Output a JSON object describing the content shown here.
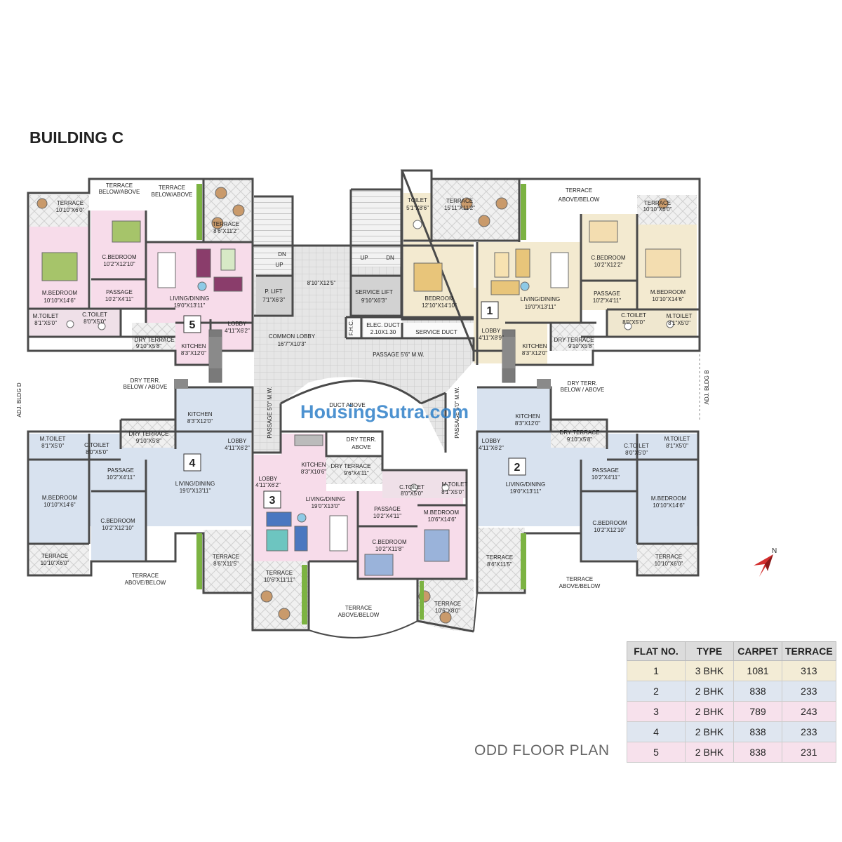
{
  "title": "BUILDING C",
  "floor_label": "ODD FLOOR PLAN",
  "watermark": "HousingSutra.com",
  "compass": "N",
  "adjacent": {
    "left": "ADJ. BLDG D",
    "right": "ADJ. BLDG B"
  },
  "flat_numbers": [
    "1",
    "2",
    "3",
    "4",
    "5"
  ],
  "colors": {
    "flat1": "#f3ead0",
    "flat2": "#d8e2ef",
    "flat3": "#f7dcea",
    "flat4": "#d8e2ef",
    "flat5": "#f7dcea",
    "core": "#dedede",
    "terrace": "#ececec",
    "wall": "#4a4a4a",
    "pillar": "#8a8a8a"
  },
  "rooms": {
    "f5_terrace_a": "TERRACE",
    "f5_terrace_a_dim": "10'10\"X6'0\"",
    "f5_terrace_below": "TERRACE",
    "f5_terrace_below2": "BELOW/ABOVE",
    "f5_terrace_below_b": "TERRACE",
    "f5_terrace_below_b2": "BELOW/ABOVE",
    "f5_terrace_b": "TERRACE",
    "f5_terrace_b_dim": "8'6\"X11'2\"",
    "f5_cbed": "C.BEDROOM",
    "f5_cbed_dim": "10'2\"X12'10\"",
    "f5_passage": "PASSAGE",
    "f5_passage_dim": "10'2\"X4'11\"",
    "f5_mbed": "M.BEDROOM",
    "f5_mbed_dim": "10'10\"X14'6\"",
    "f5_living": "LIVING/DINING",
    "f5_living_dim": "19'0\"X13'11\"",
    "f5_mtoilet": "M.TOILET",
    "f5_mtoilet_dim": "8'1\"X5'0\"",
    "f5_ctoilet": "C.TOILET",
    "f5_ctoilet_dim": "8'0\"X5'0\"",
    "f5_dry": "DRY TERRACE",
    "f5_dry_dim": "9'10\"X5'8\"",
    "f5_kitchen": "KITCHEN",
    "f5_kitchen_dim": "8'3\"X12'0\"",
    "f5_lobby": "LOBBY",
    "f5_lobby_dim": "4'11\"X6'2\"",
    "dry_terr_left": "DRY TERR.",
    "dry_terr_left2": "BELOW / ABOVE",
    "f4_kitchen": "KITCHEN",
    "f4_kitchen_dim": "8'3\"X12'0\"",
    "f4_dry": "DRY TERRACE",
    "f4_dry_dim": "9'10\"X5'8\"",
    "f4_mtoilet": "M.TOILET",
    "f4_mtoilet_dim": "8'1\"X5'0\"",
    "f4_ctoilet": "C.TOILET",
    "f4_ctoilet_dim": "8'0\"X5'0\"",
    "f4_lobby": "LOBBY",
    "f4_lobby_dim": "4'11\"X6'2\"",
    "f4_passage": "PASSAGE",
    "f4_passage_dim": "10'2\"X4'11\"",
    "f4_living": "LIVING/DINING",
    "f4_living_dim": "19'0\"X13'11\"",
    "f4_mbed": "M.BEDROOM",
    "f4_mbed_dim": "10'10\"X14'6\"",
    "f4_cbed": "C.BEDROOM",
    "f4_cbed_dim": "10'2\"X12'10\"",
    "f4_terrace_a": "TERRACE",
    "f4_terrace_a_dim": "10'10\"X6'0\"",
    "f4_terrace_b": "TERRACE",
    "f4_terrace_b_dim": "8'6\"X11'5\"",
    "f4_terrace_below": "TERRACE",
    "f4_terrace_below2": "ABOVE/BELOW",
    "common_passage_top": "8'10\"X12'5\"",
    "p_lift": "P. LIFT",
    "p_lift_dim": "7'1\"X6'3\"",
    "service_lift": "SERVICE LIFT",
    "service_lift_dim": "9'10\"X6'3\"",
    "stair_dn": "DN",
    "stair_up": "UP",
    "stair2_up": "UP",
    "stair2_dn": "DN",
    "fhc": "F.H.C.",
    "elec_duct": "ELEC. DUCT",
    "elec_duct_dim": "2.10X1.30",
    "service_duct": "SERVICE DUCT",
    "common_lobby": "COMMON LOBBY",
    "common_lobby_dim": "16'7\"X10'3\"",
    "passage_horizontal": "PASSAGE 5'6\" M.W.",
    "passage_vertical_left": "PASSAGE 5'0\" M.W.",
    "passage_vertical_right": "PASSAGE 5'0\" M.W.",
    "duct_above": "DUCT ABOVE",
    "f1_toilet": "TOILET",
    "f1_toilet_dim": "5'1\"X8'6\"",
    "f1_terrace": "TERRACE",
    "f1_terrace_dim": "15'11\"X11'2\"",
    "f1_terrace_above": "TERRACE",
    "f1_terrace_above2": "ABOVE/BELOW",
    "f1_terrace_b": "TERRACE",
    "f1_terrace_b_dim": "10'10\"X6'0\"",
    "f1_bed": "BEDROOM",
    "f1_bed_dim": "12'10\"X14'10\"",
    "f1_living": "LIVING/DINING",
    "f1_living_dim": "19'0\"X13'11\"",
    "f1_cbed": "C.BEDROOM",
    "f1_cbed_dim": "10'2\"X12'2\"",
    "f1_passage": "PASSAGE",
    "f1_passage_dim": "10'2\"X4'11\"",
    "f1_mbed": "M.BEDROOM",
    "f1_mbed_dim": "10'10\"X14'6\"",
    "f1_lobby": "LOBBY",
    "f1_lobby_dim": "4'11\"X8'9\"",
    "f1_ctoilet": "C.TOILET",
    "f1_ctoilet_dim": "8'0\"X5'0\"",
    "f1_mtoilet": "M.TOILET",
    "f1_mtoilet_dim": "8'1\"X5'0\"",
    "f1_dry": "DRY TERRACE",
    "f1_dry_dim": "9'10\"X5'8\"",
    "f1_kitchen": "KITCHEN",
    "f1_kitchen_dim": "8'3\"X12'0\"",
    "dry_terr_right": "DRY TERR.",
    "dry_terr_right2": "BELOW / ABOVE",
    "f2_kitchen": "KITCHEN",
    "f2_kitchen_dim": "8'3\"X12'0\"",
    "f2_dry": "DRY TERRACE",
    "f2_dry_dim": "9'10\"X5'8\"",
    "f2_lobby": "LOBBY",
    "f2_lobby_dim": "4'11\"X6'2\"",
    "f2_ctoilet": "C.TOILET",
    "f2_ctoilet_dim": "8'0\"X5'0\"",
    "f2_mtoilet": "M.TOILET",
    "f2_mtoilet_dim": "8'1\"X5'0\"",
    "f2_passage": "PASSAGE",
    "f2_passage_dim": "10'2\"X4'11\"",
    "f2_living": "LIVING/DINING",
    "f2_living_dim": "19'0\"X13'11\"",
    "f2_mbed": "M.BEDROOM",
    "f2_mbed_dim": "10'10\"X14'6\"",
    "f2_cbed": "C.BEDROOM",
    "f2_cbed_dim": "10'2\"X12'10\"",
    "f2_terrace_a": "TERRACE",
    "f2_terrace_a_dim": "8'6\"X11'5\"",
    "f2_terrace_b": "TERRACE",
    "f2_terrace_b_dim": "10'10\"X6'0\"",
    "f2_terrace_below": "TERRACE",
    "f2_terrace_below2": "ABOVE/BELOW",
    "f3_dry_terr": "DRY TERR.",
    "f3_dry_terr2": "ABOVE",
    "f3_kitchen": "KITCHEN",
    "f3_kitchen_dim": "8'3\"X10'6\"",
    "f3_dry": "DRY TERRACE",
    "f3_dry_dim": "9'6\"X4'11\"",
    "f3_lobby": "LOBBY",
    "f3_lobby_dim": "4'11\"X6'2\"",
    "f3_ctoilet": "C.TOILET",
    "f3_ctoilet_dim": "8'0\"X5'0\"",
    "f3_mtoilet": "M.TOILET",
    "f3_mtoilet_dim": "8'1\"X5'0\"",
    "f3_living": "LIVING/DINING",
    "f3_living_dim": "19'0\"X13'0\"",
    "f3_passage": "PASSAGE",
    "f3_passage_dim": "10'2\"X4'11\"",
    "f3_mbed": "M.BEDROOM",
    "f3_mbed_dim": "10'6\"X14'6\"",
    "f3_cbed": "C.BEDROOM",
    "f3_cbed_dim": "10'2\"X11'8\"",
    "f3_terrace_a": "TERRACE",
    "f3_terrace_a_dim": "10'6\"X11'11\"",
    "f3_terrace_below": "TERRACE",
    "f3_terrace_below2": "ABOVE/BELOW",
    "f3_terrace_b": "TERRACE",
    "f3_terrace_b_dim": "10'6\"X8'0\""
  },
  "table": {
    "headers": [
      "FLAT NO.",
      "TYPE",
      "CARPET",
      "TERRACE"
    ],
    "rows": [
      {
        "flat": "1",
        "type": "3 BHK",
        "carpet": "1081",
        "terrace": "313",
        "color": "#f3ecd6"
      },
      {
        "flat": "2",
        "type": "2 BHK",
        "carpet": "838",
        "terrace": "233",
        "color": "#dfe6f0"
      },
      {
        "flat": "3",
        "type": "2 BHK",
        "carpet": "789",
        "terrace": "243",
        "color": "#f7e1ec"
      },
      {
        "flat": "4",
        "type": "2 BHK",
        "carpet": "838",
        "terrace": "233",
        "color": "#dfe6f0"
      },
      {
        "flat": "5",
        "type": "2 BHK",
        "carpet": "838",
        "terrace": "231",
        "color": "#f7e1ec"
      }
    ]
  }
}
